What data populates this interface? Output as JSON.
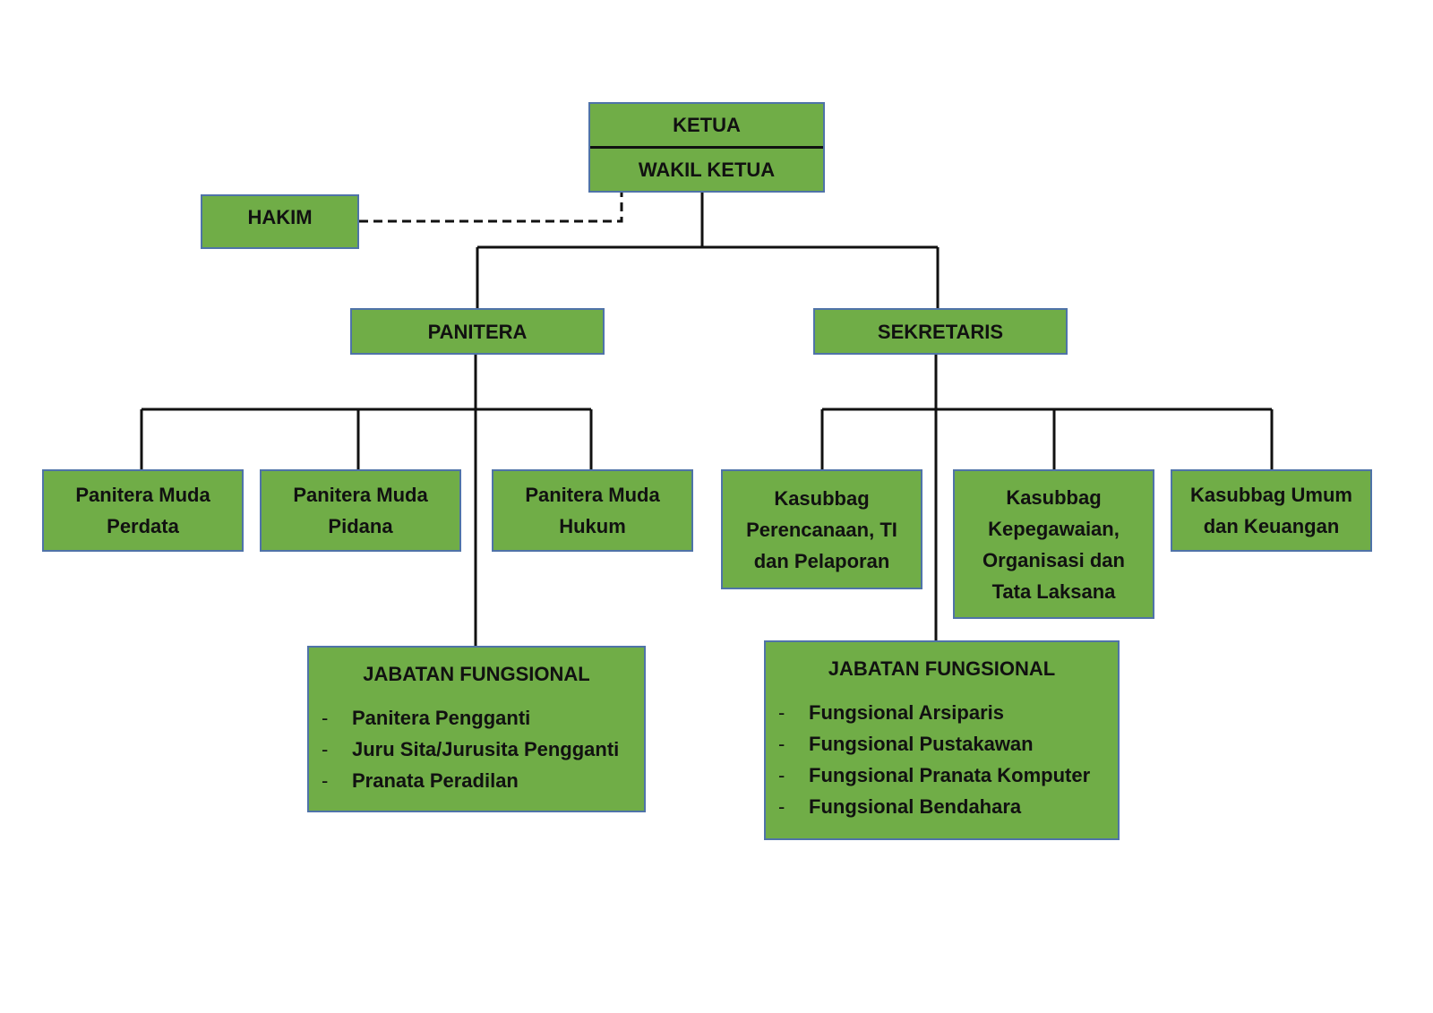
{
  "ketua": "KETUA",
  "wakil_ketua": "WAKIL KETUA",
  "hakim": "HAKIM",
  "panitera": "PANITERA",
  "sekretaris": "SEKRETARIS",
  "panitera_muda": [
    {
      "line1": "Panitera Muda",
      "line2": "Perdata"
    },
    {
      "line1": "Panitera Muda",
      "line2": "Pidana"
    },
    {
      "line1": "Panitera Muda",
      "line2": "Hukum"
    }
  ],
  "kasubbag": [
    {
      "lines": [
        "Kasubbag",
        "Perencanaan, TI",
        "dan Pelaporan"
      ]
    },
    {
      "lines": [
        "Kasubbag",
        "Kepegawaian,",
        "Organisasi dan",
        "Tata Laksana"
      ]
    },
    {
      "lines": [
        "Kasubbag Umum",
        "dan Keuangan"
      ]
    }
  ],
  "fungsional_panitera": {
    "title": "JABATAN FUNGSIONAL",
    "items": [
      "Panitera Pengganti",
      "Juru Sita/Jurusita Pengganti",
      "Pranata Peradilan"
    ]
  },
  "fungsional_sekretaris": {
    "title": "JABATAN FUNGSIONAL",
    "items": [
      "Fungsional Arsiparis",
      "Fungsional Pustakawan",
      "Fungsional Pranata Komputer",
      "Fungsional Bendahara"
    ]
  },
  "list_marker": "-",
  "colors": {
    "box_fill": "#70ad47",
    "box_border": "#4f73a8",
    "line": "#111111"
  }
}
